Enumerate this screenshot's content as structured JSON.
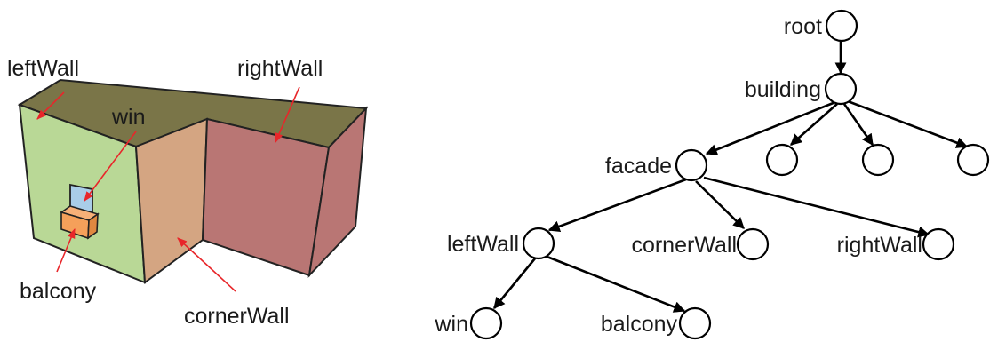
{
  "model": {
    "labels": {
      "left_wall": "leftWall",
      "right_wall": "rightWall",
      "win": "win",
      "balcony": "balcony",
      "corner_wall": "cornerWall"
    },
    "colors": {
      "roof": "#7a7548",
      "left_wall": "#b9d896",
      "corner_wall": "#d4a582",
      "right_wall": "#b97674",
      "window": "#a9cde8",
      "balcony": "#f5a05a",
      "annotation_arrow": "#e8262a"
    }
  },
  "tree": {
    "labels": {
      "root": "root",
      "building": "building",
      "facade": "facade",
      "left_wall": "leftWall",
      "corner_wall": "cornerWall",
      "right_wall": "rightWall",
      "win": "win",
      "balcony": "balcony"
    },
    "edges": [
      [
        "root",
        "building"
      ],
      [
        "building",
        "facade"
      ],
      [
        "building",
        "child-2"
      ],
      [
        "building",
        "child-3"
      ],
      [
        "building",
        "child-4"
      ],
      [
        "facade",
        "left-wall"
      ],
      [
        "facade",
        "corner-wall"
      ],
      [
        "facade",
        "right-wall"
      ],
      [
        "left-wall",
        "win"
      ],
      [
        "left-wall",
        "balcony"
      ]
    ]
  }
}
